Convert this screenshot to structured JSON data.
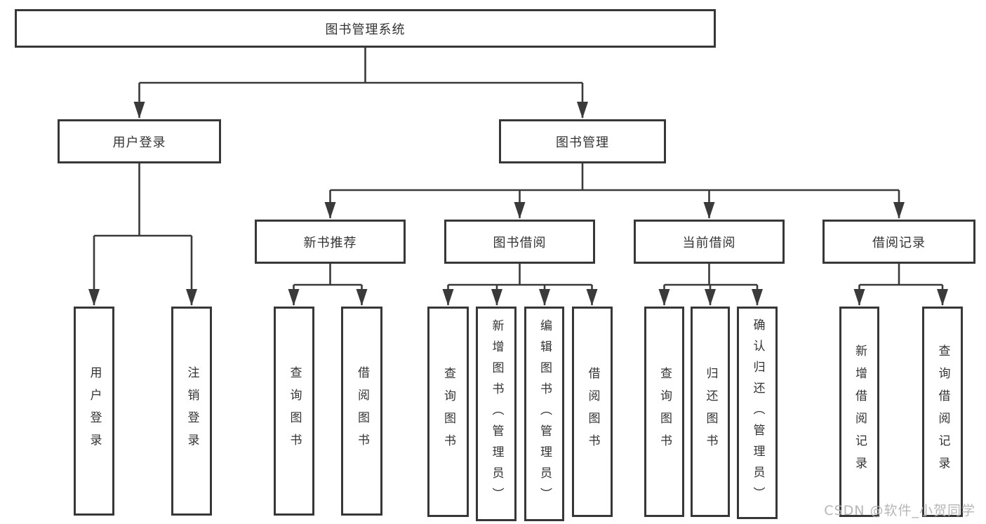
{
  "diagram": {
    "title": "图书管理系统",
    "root": {
      "label": "图书管理系统"
    },
    "branches": [
      {
        "label": "用户登录",
        "children": [
          {
            "label": "用户登录"
          },
          {
            "label": "注销登录"
          }
        ]
      },
      {
        "label": "图书管理",
        "children": [
          {
            "label": "新书推荐",
            "children": [
              {
                "label": "查询图书"
              },
              {
                "label": "借阅图书"
              }
            ]
          },
          {
            "label": "图书借阅",
            "children": [
              {
                "label": "查询图书"
              },
              {
                "label": "新增图书（管理员）"
              },
              {
                "label": "编辑图书（管理员）"
              },
              {
                "label": "借阅图书"
              }
            ]
          },
          {
            "label": "当前借阅",
            "children": [
              {
                "label": "查询图书"
              },
              {
                "label": "归还图书"
              },
              {
                "label": "确认归还（管理员）"
              }
            ]
          },
          {
            "label": "借阅记录",
            "children": [
              {
                "label": "新增借阅记录"
              },
              {
                "label": "查询借阅记录"
              }
            ]
          }
        ]
      }
    ]
  },
  "watermark": {
    "text": "CSDN @软件_小贺同学"
  },
  "colors": {
    "line": "#3a3a3a",
    "border": "#373737",
    "text": "#333333",
    "watermark": "#b3b3b3",
    "background": "#ffffff"
  }
}
